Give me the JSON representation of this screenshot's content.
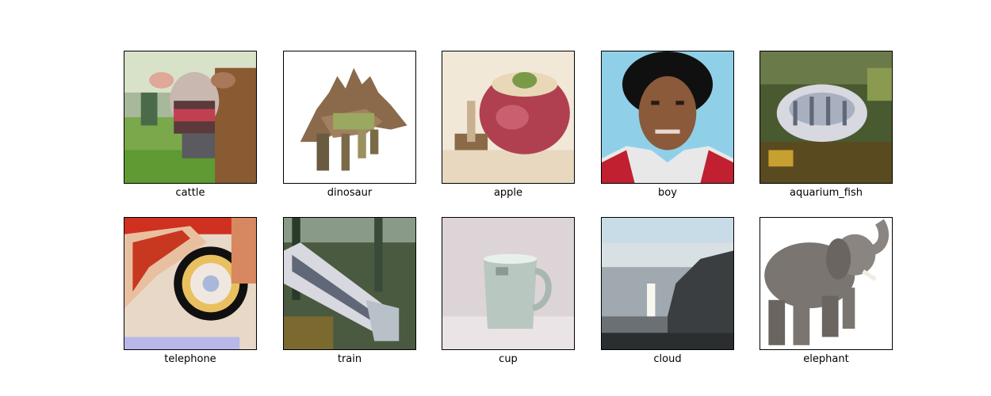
{
  "figure": {
    "images": [
      {
        "label": "cattle",
        "icon": "cattle-photo"
      },
      {
        "label": "dinosaur",
        "icon": "dinosaur-photo"
      },
      {
        "label": "apple",
        "icon": "apple-photo"
      },
      {
        "label": "boy",
        "icon": "boy-photo"
      },
      {
        "label": "aquarium_fish",
        "icon": "aquarium-fish-photo"
      },
      {
        "label": "telephone",
        "icon": "telephone-photo"
      },
      {
        "label": "train",
        "icon": "train-photo"
      },
      {
        "label": "cup",
        "icon": "cup-photo"
      },
      {
        "label": "cloud",
        "icon": "cloud-photo"
      },
      {
        "label": "elephant",
        "icon": "elephant-photo"
      }
    ]
  }
}
